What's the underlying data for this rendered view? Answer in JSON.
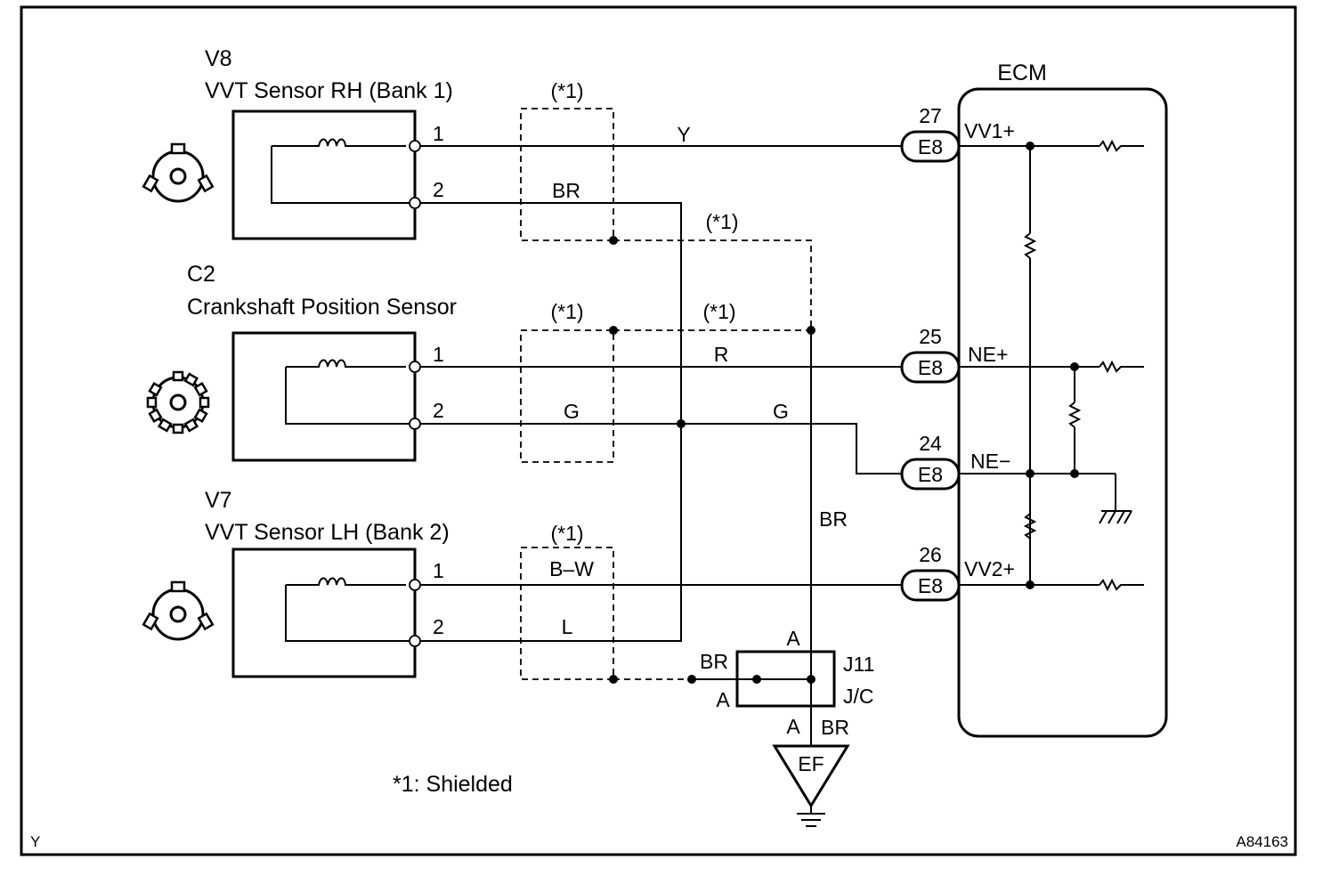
{
  "frame": {
    "corner_left": "Y",
    "corner_right": "A84163"
  },
  "ecm": {
    "title": "ECM",
    "terminals": [
      {
        "pin": "27",
        "connector": "E8",
        "signal": "VV1+"
      },
      {
        "pin": "25",
        "connector": "E8",
        "signal": "NE+"
      },
      {
        "pin": "24",
        "connector": "E8",
        "signal": "NE−"
      },
      {
        "pin": "26",
        "connector": "E8",
        "signal": "VV2+"
      }
    ]
  },
  "sensors": [
    {
      "code": "V8",
      "name": "VVT Sensor RH (Bank 1)",
      "pins": [
        "1",
        "2"
      ]
    },
    {
      "code": "C2",
      "name": "Crankshaft Position Sensor",
      "pins": [
        "1",
        "2"
      ]
    },
    {
      "code": "V7",
      "name": "VVT Sensor LH (Bank 2)",
      "pins": [
        "1",
        "2"
      ]
    }
  ],
  "wire_colors": {
    "vv1_plus": "Y",
    "v8_pin2": "BR",
    "ne_plus": "R",
    "c2_pin2": "G",
    "ne_minus": "G",
    "vv2_plus": "B–W",
    "v7_pin2": "L",
    "shield_drain": "BR",
    "jc_in": "BR",
    "jc_out": "BR"
  },
  "shield_marks": [
    "(*1)",
    "(*1)",
    "(*1)",
    "(*1)",
    "(*1)"
  ],
  "junction": {
    "code": "J11",
    "type": "J/C",
    "terminal_labels": [
      "A",
      "A",
      "A"
    ]
  },
  "ground": {
    "label": "EF"
  },
  "legend": {
    "shielded": "*1: Shielded"
  }
}
